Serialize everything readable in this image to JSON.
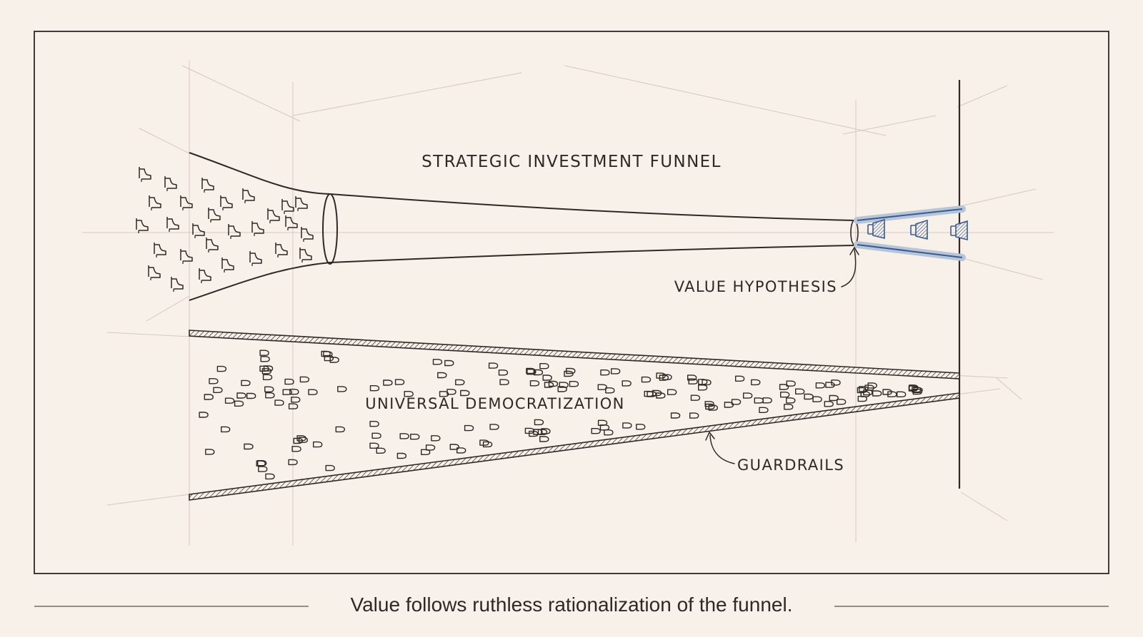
{
  "labels": {
    "strategic_funnel": "STRATEGIC INVESTMENT FUNNEL",
    "value_hypothesis": "VALUE HYPOTHESIS",
    "democratization": "UNIVERSAL DEMOCRATIZATION",
    "guardrails": "GUARDRAILS"
  },
  "caption": "Value follows ruthless rationalization of the funnel.",
  "colors": {
    "background": "#f8f1e9",
    "ink": "#2e2924",
    "accent_blue": "#3a5a92",
    "sketch_lines": "#cfc6bb"
  },
  "icons": {
    "input_items": "bell-shaped-input-icon",
    "output_items": "hatched-output-icon",
    "pellets": "pellet-icon"
  }
}
